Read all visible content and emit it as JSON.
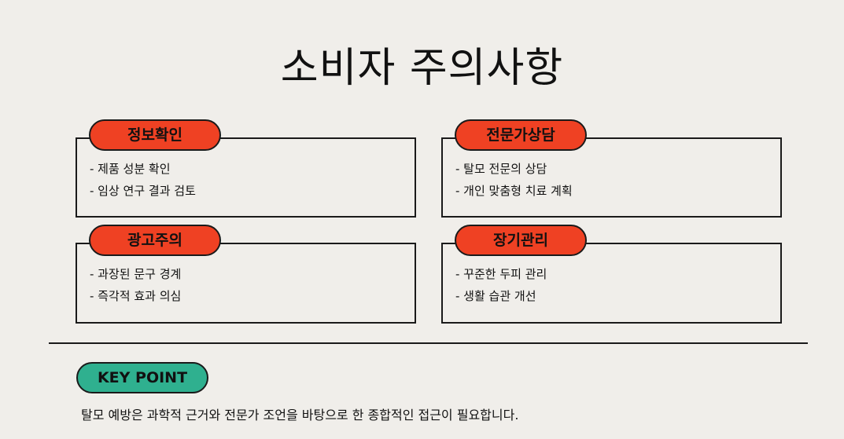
{
  "title": "소비자 주의사항",
  "cards": [
    {
      "label": "정보확인",
      "items": [
        "- 제품 성분 확인",
        "- 임상 연구 결과 검토"
      ]
    },
    {
      "label": "전문가상담",
      "items": [
        "- 탈모 전문의 상담",
        "- 개인 맞춤형 치료 계획"
      ]
    },
    {
      "label": "광고주의",
      "items": [
        "- 과장된 문구 경계",
        "- 즉각적 효과 의심"
      ]
    },
    {
      "label": "장기관리",
      "items": [
        "- 꾸준한 두피 관리",
        "- 생활 습관 개선"
      ]
    }
  ],
  "key_point": {
    "label": "KEY POINT",
    "text": "탈모 예방은 과학적 근거와 전문가 조언을 바탕으로 한 종합적인 접근이 필요합니다."
  },
  "colors": {
    "background": "#f0eeea",
    "pill_accent": "#ef4123",
    "key_point_accent": "#2fb08f",
    "border": "#1a1a1a"
  }
}
